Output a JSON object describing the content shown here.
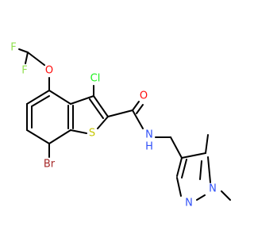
{
  "molecule": {
    "atoms": {
      "F1": "F",
      "F2": "F",
      "O_ether": "O",
      "Cl": "Cl",
      "O_carbonyl": "O",
      "S": "S",
      "NH": "N",
      "NH_H": "H",
      "Br": "Br",
      "N_ring": "N",
      "N_methyl": "N"
    },
    "colors": {
      "bond": "#000000",
      "F": "#90e050",
      "O": "#ff0d0d",
      "Cl": "#1ff01f",
      "S": "#c6c600",
      "N": "#3050f8",
      "Br": "#a62929",
      "background": "#ffffff"
    }
  }
}
